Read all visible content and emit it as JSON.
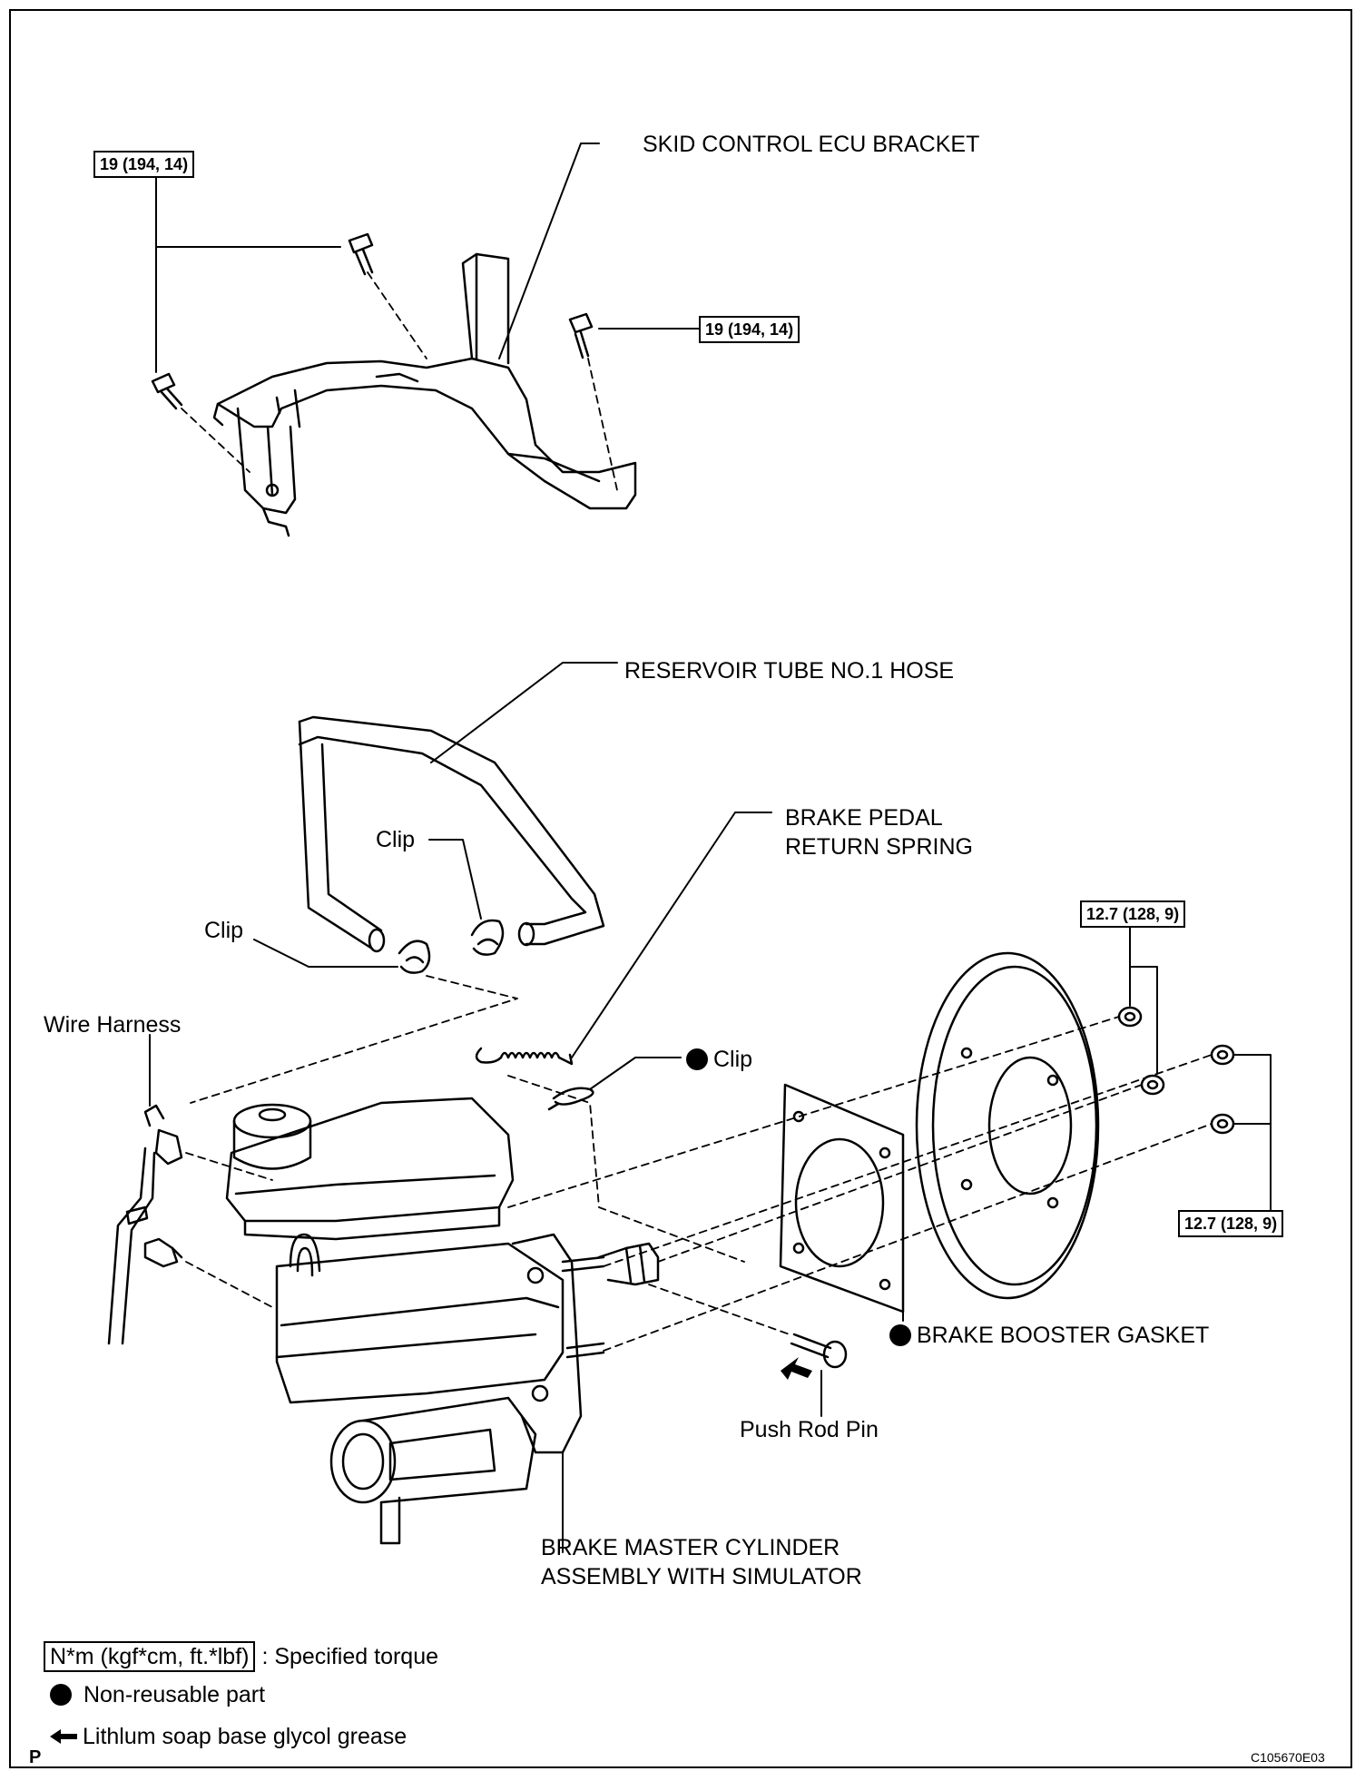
{
  "labels": {
    "skid_bracket": "SKID CONTROL ECU BRACKET",
    "reservoir_hose": "RESERVOIR TUBE NO.1 HOSE",
    "return_spring_line1": "BRAKE PEDAL",
    "return_spring_line2": "RETURN SPRING",
    "clip_upper": "Clip",
    "clip_left": "Clip",
    "clip_nonreusable": "Clip",
    "wire_harness": "Wire Harness",
    "booster_gasket": "BRAKE BOOSTER GASKET",
    "push_rod_pin": "Push Rod Pin",
    "master_cyl_line1": "BRAKE MASTER CYLINDER",
    "master_cyl_line2": "ASSEMBLY WITH SIMULATOR"
  },
  "torques": {
    "bracket_left": "19 (194, 14)",
    "bracket_right": "19 (194, 14)",
    "booster_upper": "12.7 (128, 9)",
    "booster_lower": "12.7 (128, 9)"
  },
  "legend": {
    "torque_unit": "N*m (kgf*cm, ft.*lbf)",
    "torque_desc": ": Specified torque",
    "nonreusable": "Non-reusable part",
    "grease": "Lithlum soap base glycol grease"
  },
  "corner": {
    "page_mark": "P",
    "figure_id": "C105670E03"
  }
}
